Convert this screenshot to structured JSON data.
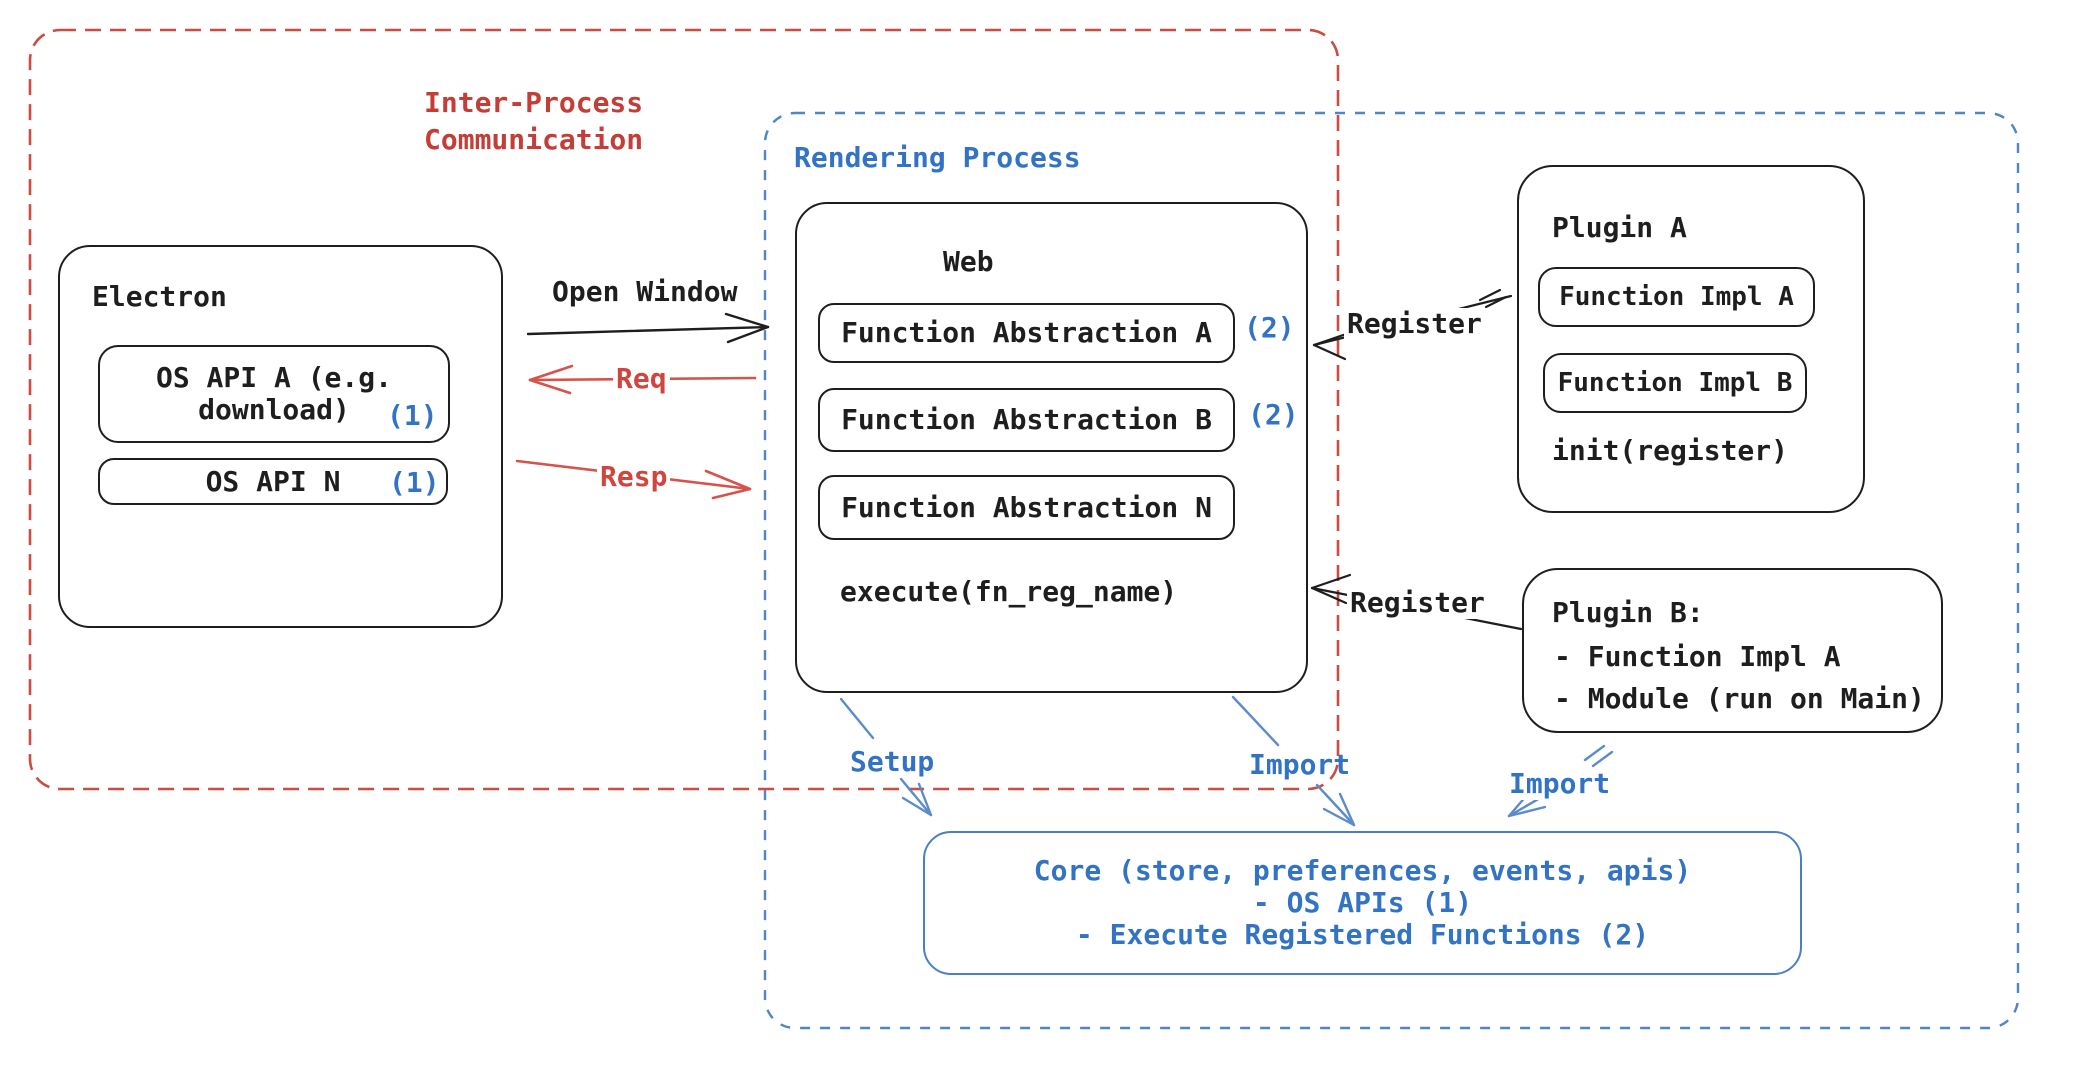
{
  "colors": {
    "ink": "#1e1e1e",
    "red_text": "#c43d37",
    "red_border": "#cd4b41",
    "red_arrow": "#d6524b",
    "blue_text": "#3273c5",
    "blue_border": "#4e86c6",
    "blue_arrow": "#5b8cc9"
  },
  "regions": {
    "ipc": {
      "label": "Inter-Process\nCommunication"
    },
    "rendering": {
      "label": "Rendering Process"
    }
  },
  "electron": {
    "title": "Electron",
    "api_a_line1": "OS API A (e.g.",
    "api_a_line2": "download)",
    "api_a_ref": "(1)",
    "api_n": "OS API N",
    "api_n_ref": "(1)"
  },
  "web": {
    "title": "Web",
    "abstractions": [
      {
        "label": "Function Abstraction A",
        "ref": "(2)"
      },
      {
        "label": "Function Abstraction B",
        "ref": "(2)"
      },
      {
        "label": "Function Abstraction N",
        "ref": ""
      }
    ],
    "execute": "execute(fn_reg_name)"
  },
  "plugin_a": {
    "title": "Plugin A",
    "impl_a": "Function Impl A",
    "impl_b": "Function Impl B",
    "init": "init(register)"
  },
  "plugin_b": {
    "title": "Plugin B:",
    "item1": "- Function Impl A",
    "item2": "- Module (run on Main)"
  },
  "core": {
    "line1": "Core (store, preferences, events, apis)",
    "line2": "- OS APIs (1)",
    "line3": "- Execute Registered Functions (2)"
  },
  "arrows": {
    "open_window": "Open Window",
    "req": "Req",
    "resp": "Resp",
    "register_top": "Register",
    "register_bottom": "Register",
    "setup": "Setup",
    "import_web": "Import",
    "import_plugin": "Import"
  }
}
